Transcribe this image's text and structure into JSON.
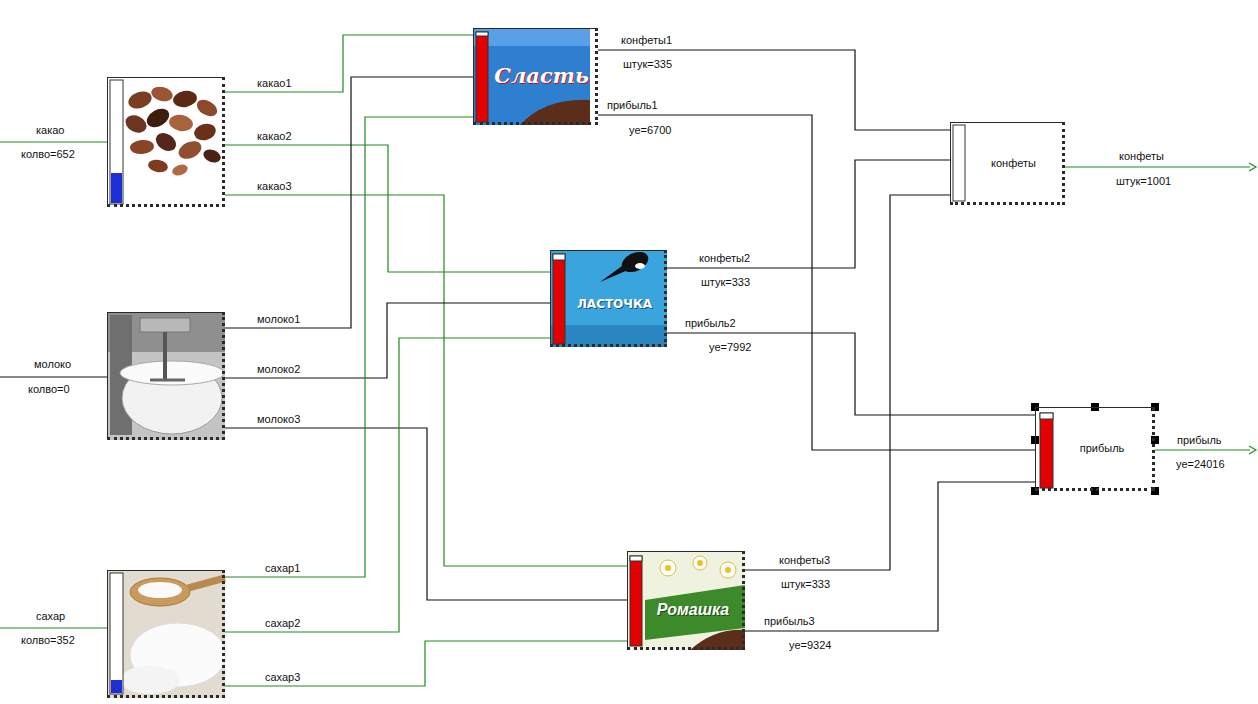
{
  "diagram": {
    "nodes": [
      {
        "text": []
      },
      {
        "text": []
      },
      {
        "text": []
      },
      {
        "text": [
          "Сласть"
        ]
      },
      {
        "text": [
          "ЛАСТОЧКА"
        ]
      },
      {
        "text": [
          "Ромашка"
        ]
      },
      {
        "text": [
          "конфеты"
        ]
      },
      {
        "text": [
          "прибыль"
        ]
      }
    ],
    "edges": [
      {
        "from": 0,
        "to": 3,
        "arrow": "none",
        "label": "какао1"
      },
      {
        "from": 0,
        "to": 4,
        "arrow": "none",
        "label": "какао2"
      },
      {
        "from": 0,
        "to": 5,
        "arrow": "none",
        "label": "какао3"
      },
      {
        "from": 1,
        "to": 3,
        "arrow": "none",
        "label": "молоко1"
      },
      {
        "from": 1,
        "to": 4,
        "arrow": "none",
        "label": "молоко2"
      },
      {
        "from": 1,
        "to": 5,
        "arrow": "none",
        "label": "молоко3"
      },
      {
        "from": 2,
        "to": 3,
        "arrow": "none",
        "label": "сахар1"
      },
      {
        "from": 2,
        "to": 4,
        "arrow": "none",
        "label": "сахар2"
      },
      {
        "from": 2,
        "to": 5,
        "arrow": "none",
        "label": "сахар3"
      },
      {
        "from": 3,
        "to": 6,
        "arrow": "none",
        "label": "конфеты1"
      },
      {
        "from": 3,
        "to": 7,
        "arrow": "none",
        "label": "прибыль1"
      },
      {
        "from": 4,
        "to": 6,
        "arrow": "none",
        "label": "конфеты2"
      },
      {
        "from": 4,
        "to": 7,
        "arrow": "none",
        "label": "прибыль2"
      },
      {
        "from": 5,
        "to": 6,
        "arrow": "none",
        "label": "конфеты3"
      },
      {
        "from": 5,
        "to": 7,
        "arrow": "none",
        "label": "прибыль3"
      }
    ],
    "labels": [
      "какао",
      "колво=652",
      "молоко",
      "колво=0",
      "сахар",
      "колво=352",
      "штук=335",
      "уе=6700",
      "штук=333",
      "уе=7992",
      "штук=333",
      "уе=9324",
      "конфеты",
      "штук=1001",
      "прибыль",
      "уе=24016"
    ]
  }
}
